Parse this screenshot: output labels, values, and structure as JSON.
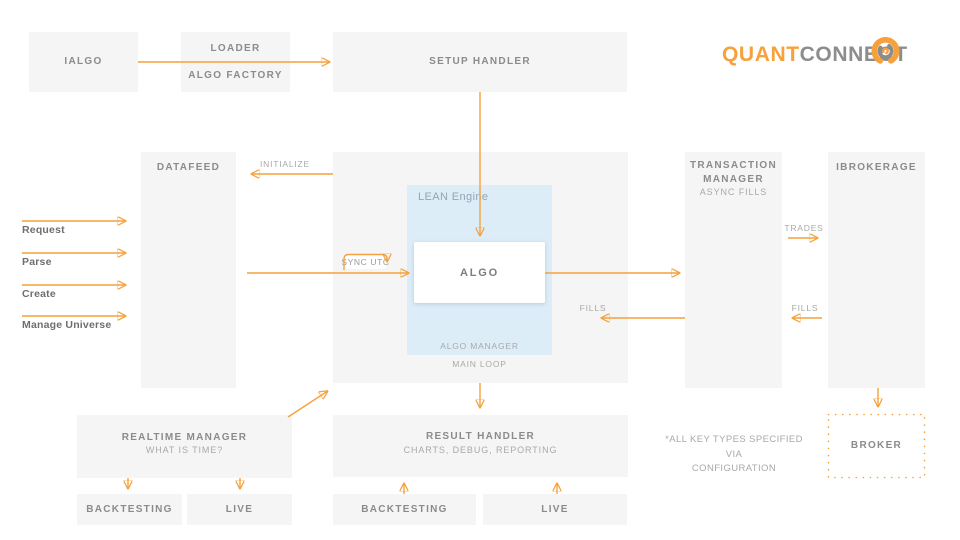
{
  "logo": {
    "quant": "QUANT",
    "connect": "CONNECT"
  },
  "colors": {
    "accent_orange": "#F6A13C",
    "box_gray": "#F5F5F6",
    "lean_blue": "#DDEDF8",
    "title_gray": "#8B8B8B",
    "subtitle_gray": "#A9A9A9",
    "side_label_gray": "#6E6E6E",
    "logo_gray": "#8D8D8D"
  },
  "boxes": {
    "ialgo": {
      "title": "IALGO"
    },
    "loader": {
      "line1": "LOADER",
      "line2": "ALGO FACTORY"
    },
    "setup_handler": {
      "title": "SETUP HANDLER"
    },
    "datafeed": {
      "title": "DATAFEED"
    },
    "lean_engine": {
      "title": "LEAN Engine"
    },
    "algo": {
      "title": "ALGO"
    },
    "algo_manager_label": "ALGO MANAGER",
    "main_loop_label": "MAIN LOOP",
    "transaction_manager": {
      "line1": "TRANSACTION",
      "line2": "MANAGER",
      "subtitle": "ASYNC FILLS"
    },
    "ibrokerage": {
      "title": "IBROKERAGE"
    },
    "realtime_manager": {
      "title": "REALTIME MANAGER",
      "subtitle": "WHAT IS TIME?"
    },
    "backtesting_left": {
      "title": "BACKTESTING"
    },
    "live_left": {
      "title": "LIVE"
    },
    "result_handler": {
      "title": "RESULT HANDLER",
      "subtitle": "CHARTS, DEBUG, REPORTING"
    },
    "backtesting_center": {
      "title": "BACKTESTING"
    },
    "live_center": {
      "title": "LIVE"
    },
    "broker": {
      "title": "BROKER"
    }
  },
  "labels": {
    "initialize": "INITIALIZE",
    "sync_utc": "SYNC UTC",
    "trades": "TRADES",
    "fills_inner": "FILLS",
    "fills_outer": "FILLS",
    "request": "Request",
    "parse": "Parse",
    "create": "Create",
    "manage_universe": "Manage Universe",
    "footnote_line1": "*ALL KEY TYPES SPECIFIED VIA",
    "footnote_line2": "CONFIGURATION"
  }
}
